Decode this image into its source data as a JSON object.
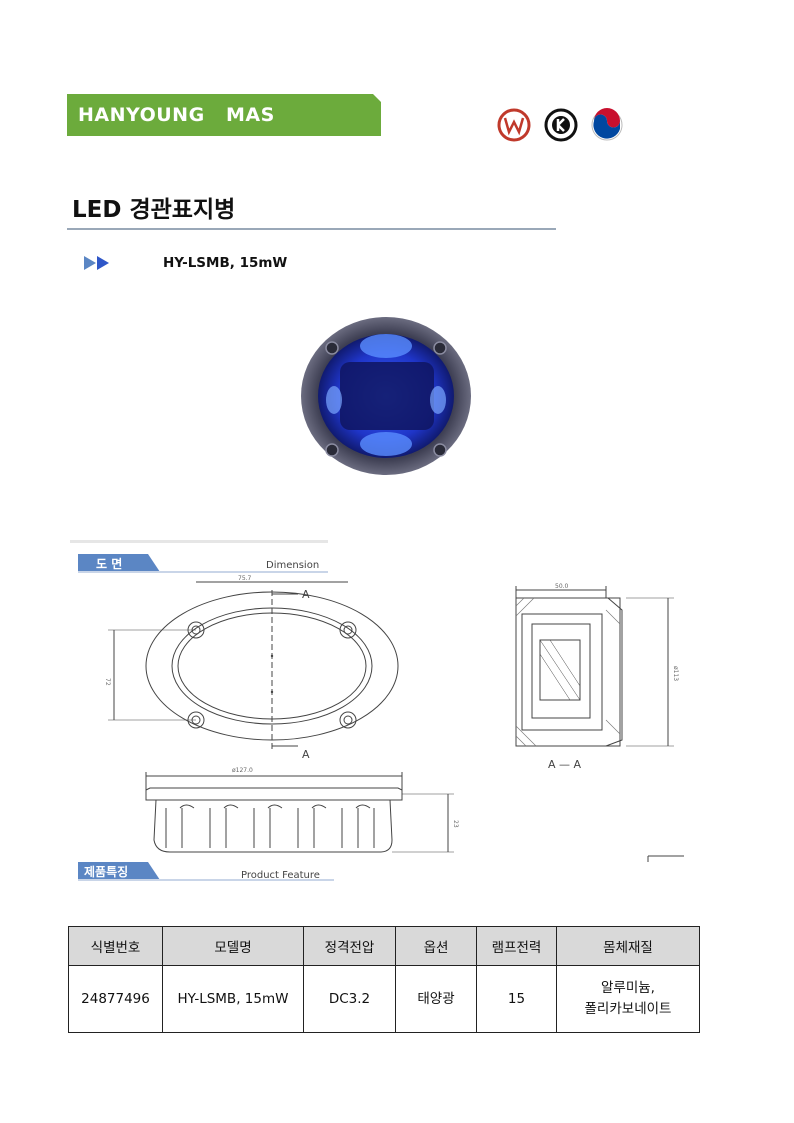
{
  "brand": {
    "name": "HANYOUNG   MAS",
    "color": "#6cab3c"
  },
  "page": {
    "title": "LED 경관표지병",
    "model_heading": "HY-LSMB, 15mW"
  },
  "drawing": {
    "section1_label": "도  면",
    "section1_title": "Dimension",
    "section2_label": "제품특징",
    "section2_title": "Product Feature",
    "dim_top": "75.7",
    "dim_left": "72",
    "dim_bottom": "ø127.0",
    "dim_height": "23",
    "dim_right_top": "50.0",
    "dim_right_side": "ø113",
    "section_mark": "A",
    "section_caption": "A — A"
  },
  "spec_table": {
    "headers": [
      "식별번호",
      "모델명",
      "정격전압",
      "옵션",
      "램프전력",
      "몸체재질"
    ],
    "row": [
      "24877496",
      "HY-LSMB, 15mW",
      "DC3.2",
      "태양광",
      "15",
      "알루미늄,\n폴리카보네이트"
    ]
  },
  "icons": [
    "cert-w-icon",
    "cert-k-icon",
    "korea-flag-icon",
    "double-arrow-icon"
  ],
  "colors": {
    "accent_blue": "#2f57c8",
    "rule": "#9aa8b8",
    "section_tab": "#5b86c4"
  }
}
